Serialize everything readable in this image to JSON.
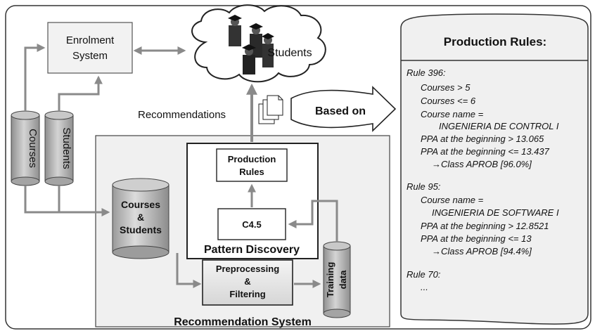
{
  "enrolment": {
    "line1": "Enrolment",
    "line2": "System"
  },
  "students_cloud": {
    "label": "Students"
  },
  "recommendations_label": "Recommendations",
  "based_on_label": "Based on",
  "courses_db": "Courses",
  "students_db": "Students",
  "courses_students_db": {
    "line1": "Courses",
    "line2": "&",
    "line3": "Students"
  },
  "production_rules_box": {
    "line1": "Production",
    "line2": "Rules"
  },
  "c45": "C4.5",
  "pattern_discovery": "Pattern Discovery",
  "preprocessing": {
    "line1": "Preprocessing",
    "line2": "&",
    "line3": "Filtering"
  },
  "training_data": {
    "line1": "Training",
    "line2": "data"
  },
  "recommendation_system": "Recommendation System",
  "rules_panel": {
    "title": "Production Rules:",
    "lines": [
      "Rule 396:",
      "Courses > 5",
      "Courses <= 6",
      "Course name =",
      "INGENIERIA DE CONTROL I",
      "PPA at the beginning > 13.065",
      "PPA at the beginning <= 13.437",
      "→Class APROB  [96.0%]",
      "Rule 95:",
      "Course name =",
      "INGENIERIA DE SOFTWARE I",
      "PPA at the beginning > 12.8521",
      "PPA at the beginning <= 13",
      "→Class APROB  [94.4%]",
      "Rule 70:",
      "..."
    ]
  },
  "colors": {
    "panel_bg": "#f0f0f0",
    "box_border": "#444444",
    "arrow": "#8a8a8a",
    "cylinder_fill": "#b5b5b5"
  }
}
